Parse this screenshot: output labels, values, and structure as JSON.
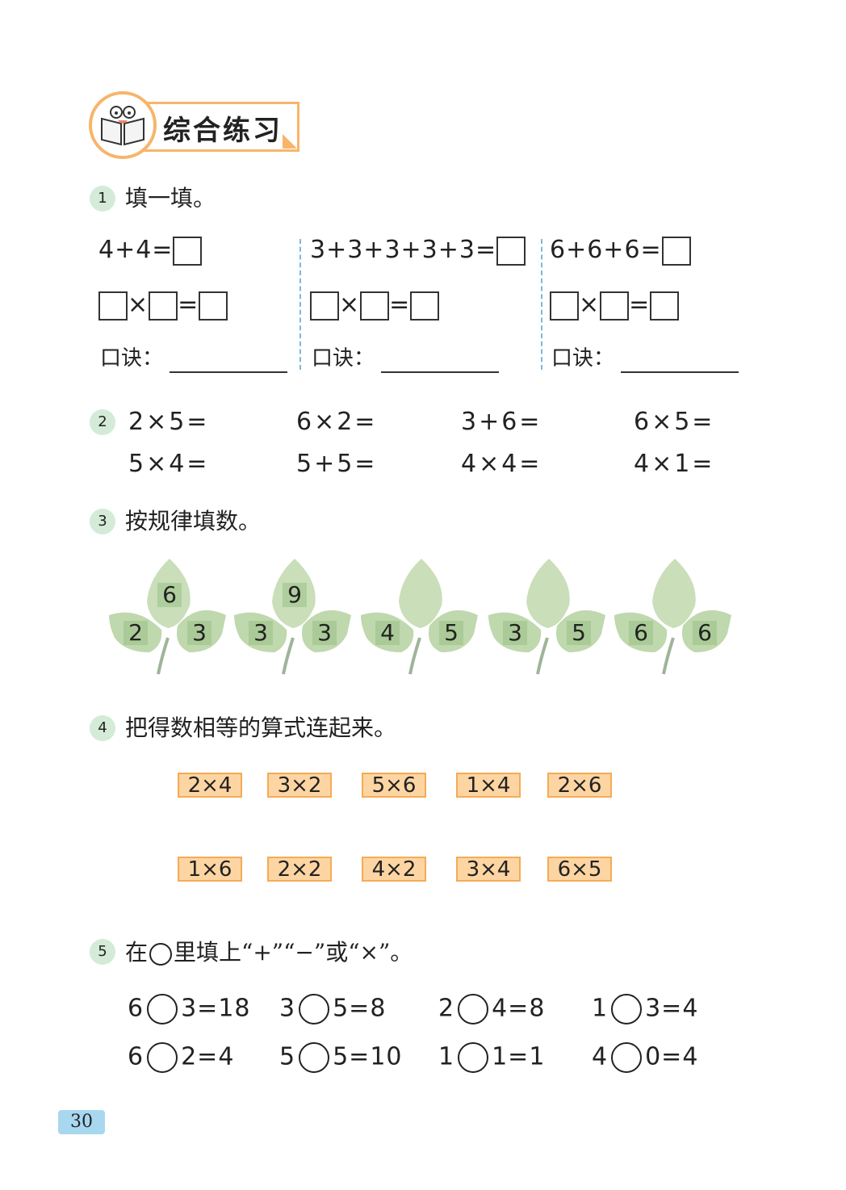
{
  "header": {
    "title": "综合练习"
  },
  "q1": {
    "number": "1",
    "title": "填一填。",
    "columns": [
      {
        "sum": "4+4="
      },
      {
        "sum": "3+3+3+3+3="
      },
      {
        "sum": "6+6+6="
      }
    ],
    "times": "×",
    "equals": "=",
    "koujue": "口诀："
  },
  "q2": {
    "number": "2",
    "rows": [
      [
        "2×5=",
        "6×2=",
        "3+6=",
        "6×5="
      ],
      [
        "5×4=",
        "5+5=",
        "4×4=",
        "4×1="
      ]
    ]
  },
  "q3": {
    "number": "3",
    "title": "按规律填数。",
    "leaves": [
      {
        "top": "6",
        "left": "2",
        "right": "3"
      },
      {
        "top": "9",
        "left": "3",
        "right": "3"
      },
      {
        "top": "",
        "left": "4",
        "right": "5"
      },
      {
        "top": "",
        "left": "3",
        "right": "5"
      },
      {
        "top": "",
        "left": "6",
        "right": "6"
      }
    ]
  },
  "q4": {
    "number": "4",
    "title": "把得数相等的算式连起来。",
    "row1": [
      "2×4",
      "3×2",
      "5×6",
      "1×4",
      "2×6"
    ],
    "row2": [
      "1×6",
      "2×2",
      "4×2",
      "3×4",
      "6×5"
    ]
  },
  "q5": {
    "number": "5",
    "title_pre": "在",
    "title_post": "里填上“+”“−”或“×”。",
    "rows": [
      [
        [
          "6",
          "3=18"
        ],
        [
          "3",
          "5=8"
        ],
        [
          "2",
          "4=8"
        ],
        [
          "1",
          "3=4"
        ]
      ],
      [
        [
          "6",
          "2=4"
        ],
        [
          "5",
          "5=10"
        ],
        [
          "1",
          "1=1"
        ],
        [
          "4",
          "0=4"
        ]
      ]
    ]
  },
  "footer": {
    "page_number": "30"
  },
  "colors": {
    "accent": "#f7b56a",
    "section_circle": "#d3ebd7",
    "card": "#fdd5a2",
    "page_tab": "#a8d8f0"
  }
}
